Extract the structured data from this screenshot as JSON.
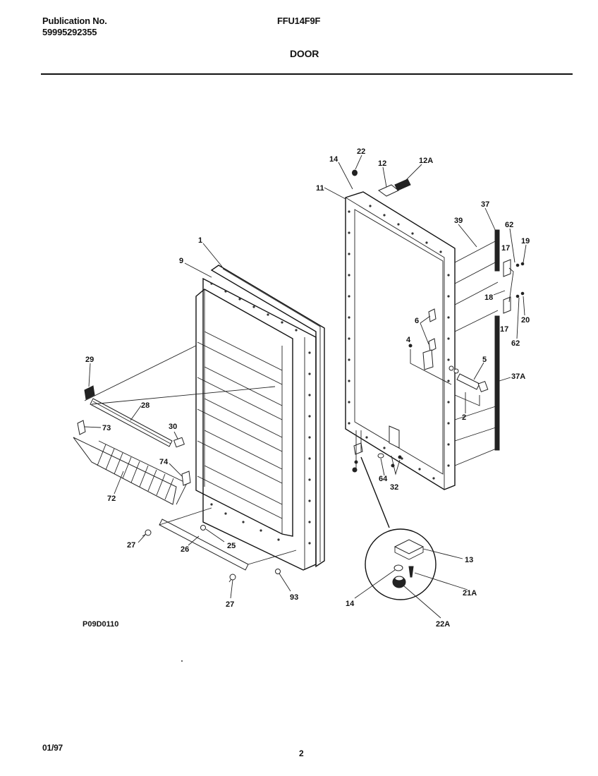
{
  "header": {
    "publication_label": "Publication No.",
    "publication_number": "59995292355",
    "model": "FFU14F9F",
    "section_title": "DOOR"
  },
  "diagram": {
    "figure_code": "P09D0110",
    "callouts": [
      "1",
      "9",
      "29",
      "28",
      "73",
      "30",
      "74",
      "72",
      "27",
      "25",
      "26",
      "27",
      "93",
      "14",
      "22",
      "12",
      "12A",
      "11",
      "37",
      "39",
      "62",
      "17",
      "19",
      "18",
      "17",
      "20",
      "62",
      "6",
      "4",
      "5",
      "37A",
      "2",
      "64",
      "32",
      "13",
      "14",
      "21A",
      "22A"
    ]
  },
  "footer": {
    "date": "01/97",
    "page": "2"
  }
}
